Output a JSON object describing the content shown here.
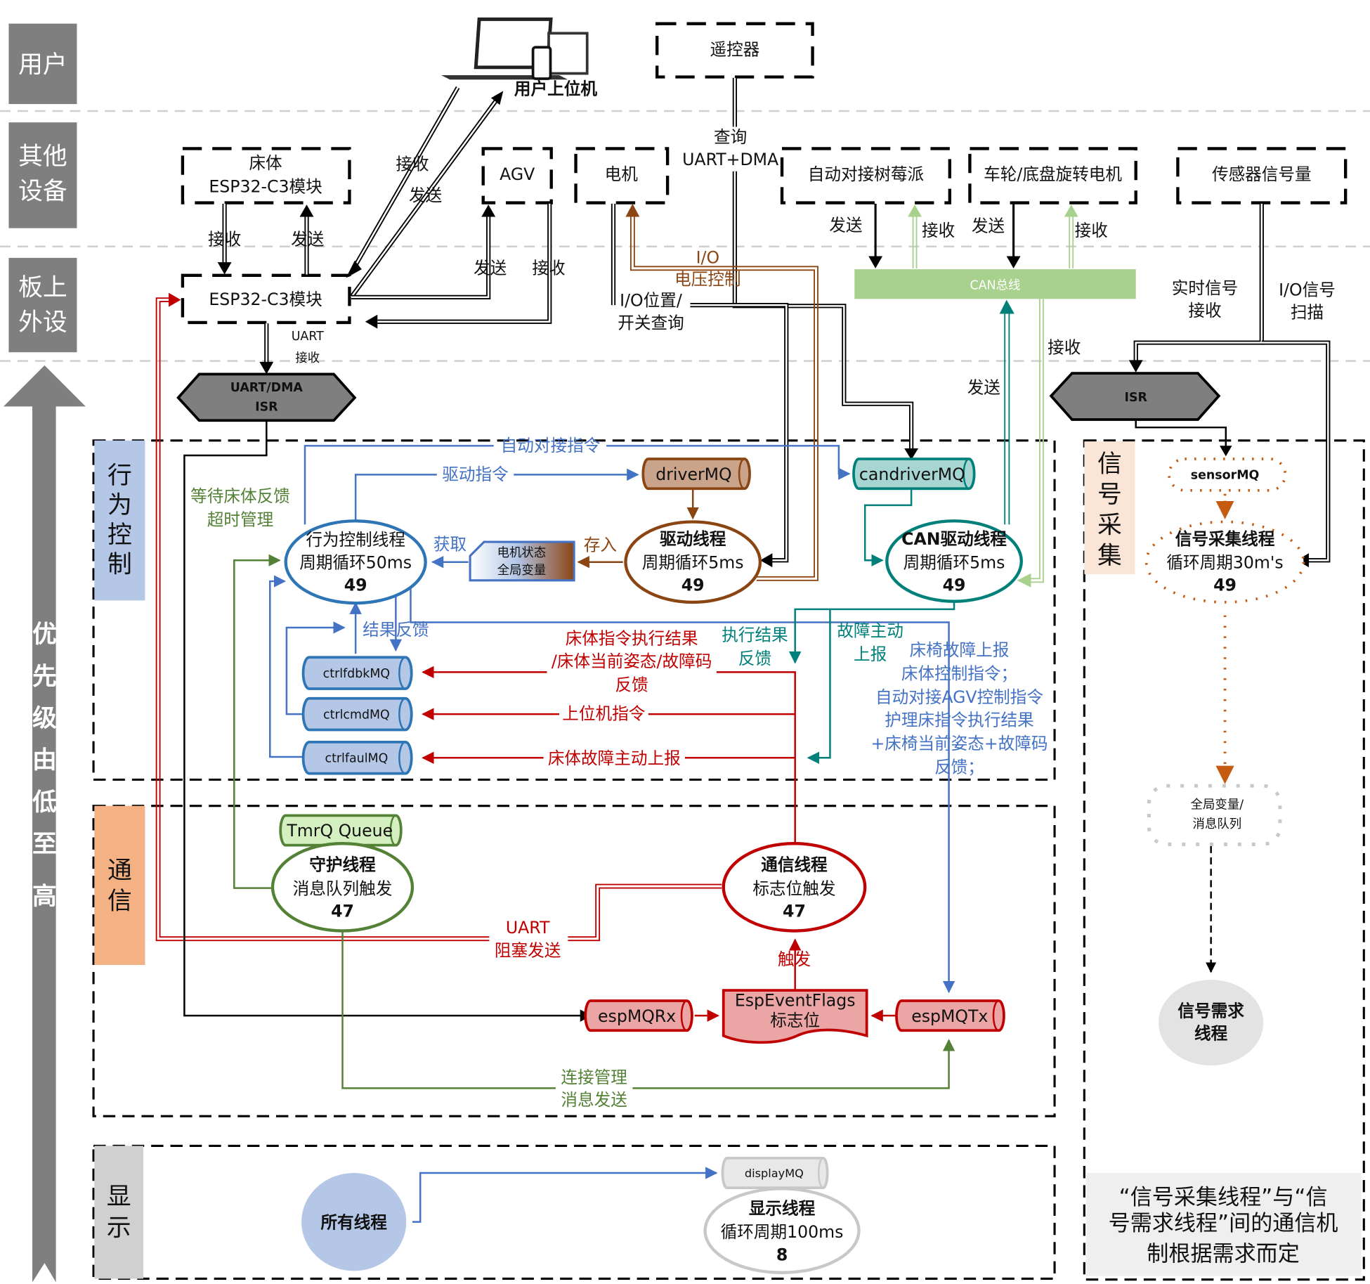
{
  "lanes": {
    "user": "用户",
    "other_devices": [
      "其他",
      "设备"
    ],
    "onboard": [
      "板上",
      "外设"
    ]
  },
  "priority_arrow": [
    "优",
    "先",
    "级",
    "由",
    "低",
    "至",
    "高"
  ],
  "sections": {
    "behavior": [
      "行",
      "为",
      "控",
      "制"
    ],
    "comm": [
      "通",
      "信"
    ],
    "signal": [
      "信",
      "号",
      "采",
      "集"
    ],
    "display": [
      "显",
      "示"
    ]
  },
  "devices": {
    "pc": "用户上位机",
    "remote": "遥控器",
    "bed_module": [
      "床体",
      "ESP32-C3模块"
    ],
    "agv": "AGV",
    "motor": "电机",
    "raspberry": "自动对接树莓派",
    "wheel_motor": "车轮/底盘旋转电机",
    "sensor": "传感器信号量",
    "onboard_esp": "ESP32-C3模块",
    "can_bus": "CAN总线",
    "uart_isr": [
      "UART/DMA",
      "ISR"
    ],
    "isr": "ISR"
  },
  "edge_labels": {
    "pc_recv": "接收",
    "pc_send": "发送",
    "bed_recv": "接收",
    "bed_send": "发送",
    "agv_send": "发送",
    "agv_recv": "接收",
    "remote_query": [
      "查询",
      "UART+DMA"
    ],
    "io_voltage": [
      "I/O",
      "电压控制"
    ],
    "io_position": [
      "I/O位置/",
      "开关查询"
    ],
    "rpi_send": "发送",
    "rpi_recv": "接收",
    "wheel_send": "发送",
    "wheel_recv": "接收",
    "can_recv": "接收",
    "can_send": "发送",
    "realtime_recv": [
      "实时信号",
      "接收"
    ],
    "io_scan": [
      "I/O信号",
      "扫描"
    ],
    "uart_recv": [
      "UART",
      "接收"
    ],
    "auto_dock_cmd": "自动对接指令",
    "drive_cmd": "驱动指令",
    "wait_feedback": [
      "等待床体反馈",
      "超时管理"
    ],
    "fetch": "获取",
    "store": "存入",
    "result_feedback": "结果反馈",
    "bed_result": [
      "床体指令执行结果",
      "/床体当前姿态/故障码",
      "反馈"
    ],
    "exec_feedback": [
      "执行结果",
      "反馈"
    ],
    "fault_report": [
      "故障主动",
      "上报"
    ],
    "pc_cmd": "上位机指令",
    "bed_fault": "床体故障主动上报",
    "tx_summary": [
      "床椅故障上报",
      "床体控制指令；",
      "自动对接AGV控制指令",
      "护理床指令执行结果",
      "+床椅当前姿态+故障码",
      "反馈；"
    ],
    "uart_block_send": [
      "UART",
      "阻塞发送"
    ],
    "trigger": "触发",
    "conn_mgmt": [
      "连接管理",
      "消息发送"
    ]
  },
  "queues": {
    "driverMQ": "driverMQ",
    "candriverMQ": "candriverMQ",
    "sensorMQ": "sensorMQ",
    "ctrlfdbkMQ": "ctrlfdbkMQ",
    "ctrlcmdMQ": "ctrlcmdMQ",
    "ctrlfaulMQ": "ctrlfaulMQ",
    "tmrQ": "TmrQ Queue",
    "espMQRx": "espMQRx",
    "espMQTx": "espMQTx",
    "displayMQ": "displayMQ",
    "event_flags": [
      "EspEventFlags",
      "标志位"
    ],
    "motor_state": [
      "电机状态",
      "全局变量"
    ],
    "global_or_queue": [
      "全局变量/",
      "消息队列"
    ]
  },
  "threads": {
    "behavior": {
      "name": "行为控制线程",
      "period": "周期循环50ms",
      "priority": "49"
    },
    "driver": {
      "name": "驱动线程",
      "period": "周期循环5ms",
      "priority": "49"
    },
    "can_driver": {
      "name": "CAN驱动线程",
      "period": "周期循环5ms",
      "priority": "49"
    },
    "signal_collect": {
      "name": "信号采集线程",
      "period": "循环周期30m's",
      "priority": "49"
    },
    "guard": {
      "name": "守护线程",
      "period": "消息队列触发",
      "priority": "47"
    },
    "comm": {
      "name": "通信线程",
      "period": "标志位触发",
      "priority": "47"
    },
    "signal_demand": [
      "信号需求",
      "线程"
    ],
    "all_threads": "所有线程",
    "display": {
      "name": "显示线程",
      "period": "循环周期100ms",
      "priority": "8"
    }
  },
  "note": [
    "“信号采集线程”与“信",
    "号需求线程”间的通信机",
    "制根据需求而定"
  ],
  "colors": {
    "lane_gray": "#7f7f7f",
    "behavior_blue": "#4472c4",
    "comm_red": "#c00000",
    "guard_green": "#538135",
    "can_teal": "#00807a",
    "driver_brown": "#8b4513",
    "sensor_orange": "#c55a11",
    "can_bus_green": "#a9d18e"
  }
}
